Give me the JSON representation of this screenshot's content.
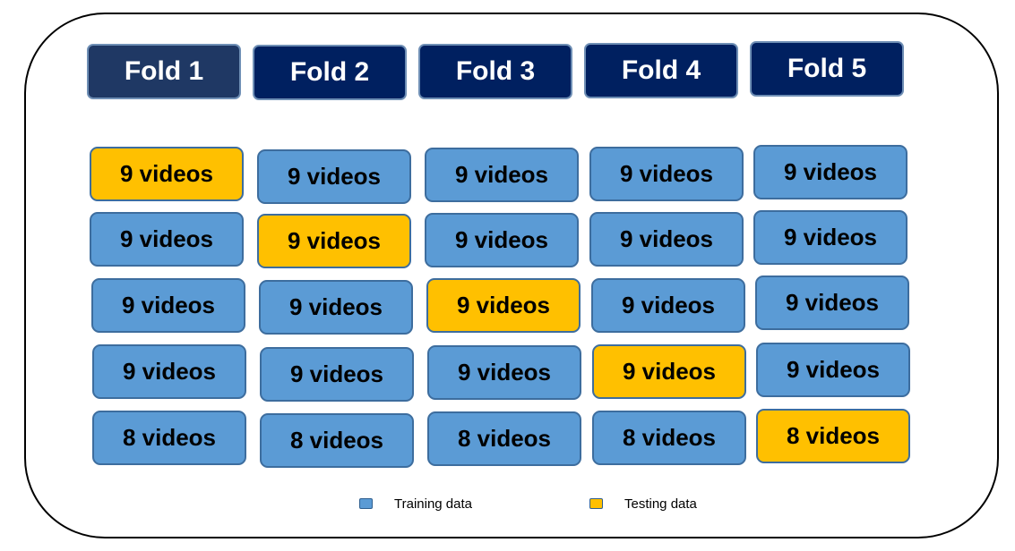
{
  "folds": [
    {
      "header": "Fold 1",
      "cells": [
        {
          "label": "9 videos",
          "role": "testing"
        },
        {
          "label": "9 videos",
          "role": "training"
        },
        {
          "label": "9 videos",
          "role": "training"
        },
        {
          "label": "9 videos",
          "role": "training"
        },
        {
          "label": "8 videos",
          "role": "training"
        }
      ]
    },
    {
      "header": "Fold 2",
      "cells": [
        {
          "label": "9 videos",
          "role": "training"
        },
        {
          "label": "9 videos",
          "role": "testing"
        },
        {
          "label": "9 videos",
          "role": "training"
        },
        {
          "label": "9 videos",
          "role": "training"
        },
        {
          "label": "8 videos",
          "role": "training"
        }
      ]
    },
    {
      "header": "Fold 3",
      "cells": [
        {
          "label": "9 videos",
          "role": "training"
        },
        {
          "label": "9 videos",
          "role": "training"
        },
        {
          "label": "9 videos",
          "role": "testing"
        },
        {
          "label": "9 videos",
          "role": "training"
        },
        {
          "label": "8 videos",
          "role": "training"
        }
      ]
    },
    {
      "header": "Fold 4",
      "cells": [
        {
          "label": "9 videos",
          "role": "training"
        },
        {
          "label": "9 videos",
          "role": "training"
        },
        {
          "label": "9 videos",
          "role": "training"
        },
        {
          "label": "9 videos",
          "role": "testing"
        },
        {
          "label": "8 videos",
          "role": "training"
        }
      ]
    },
    {
      "header": "Fold 5",
      "cells": [
        {
          "label": "9 videos",
          "role": "training"
        },
        {
          "label": "9 videos",
          "role": "training"
        },
        {
          "label": "9 videos",
          "role": "training"
        },
        {
          "label": "9 videos",
          "role": "training"
        },
        {
          "label": "8 videos",
          "role": "testing"
        }
      ]
    }
  ],
  "legend": {
    "training": {
      "label": "Training data",
      "color": "#5b9bd5"
    },
    "testing": {
      "label": "Testing data",
      "color": "#ffc000"
    }
  },
  "colors": {
    "header_bg": "#002060",
    "header_text": "#ffffff",
    "training": "#5b9bd5",
    "testing": "#ffc000"
  }
}
